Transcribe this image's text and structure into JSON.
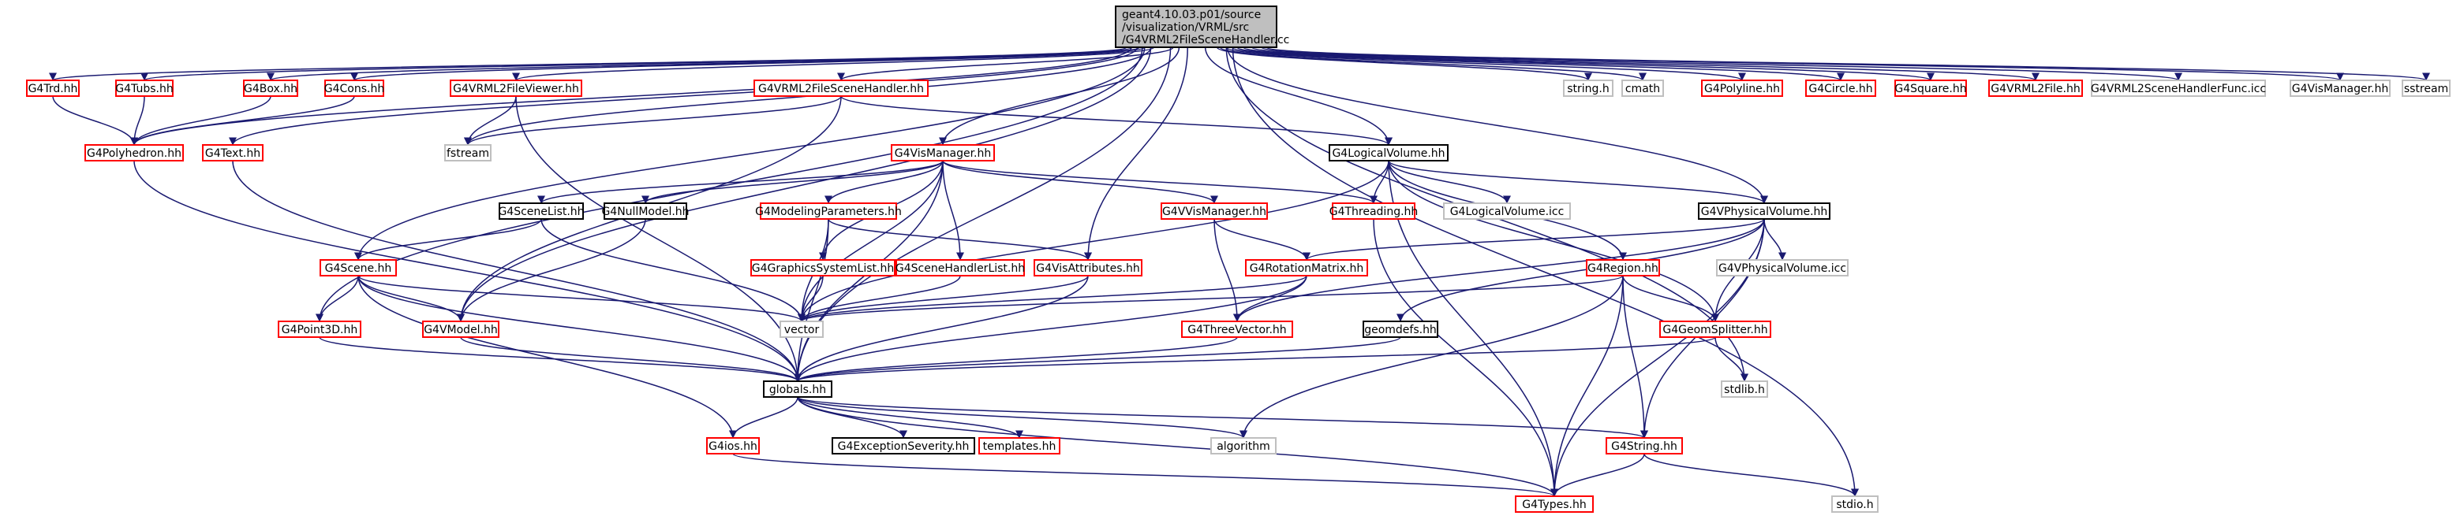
{
  "colors": {
    "edge": "#191970",
    "node_red_border": "#ff0000",
    "node_black_border": "#000000",
    "node_gray_border": "#bfbfbf",
    "root_fill": "#bfbfbf",
    "text": "#000000"
  },
  "nodes": {
    "root": {
      "lines": [
        "geant4.10.03.p01/source",
        "/visualization/VRML/src",
        "/G4VRML2FileSceneHandler.cc"
      ],
      "style": "root"
    },
    "G4Trd": {
      "label": "G4Trd.hh",
      "style": "red"
    },
    "G4Tubs": {
      "label": "G4Tubs.hh",
      "style": "red"
    },
    "G4Box": {
      "label": "G4Box.hh",
      "style": "red"
    },
    "G4Cons": {
      "label": "G4Cons.hh",
      "style": "red"
    },
    "G4VRML2FileViewer": {
      "label": "G4VRML2FileViewer.hh",
      "style": "red"
    },
    "G4VRML2FileSceneHandler": {
      "label": "G4VRML2FileSceneHandler.hh",
      "style": "red"
    },
    "string": {
      "label": "string.h",
      "style": "gray"
    },
    "cmath": {
      "label": "cmath",
      "style": "gray"
    },
    "G4Polyline": {
      "label": "G4Polyline.hh",
      "style": "red"
    },
    "G4Circle": {
      "label": "G4Circle.hh",
      "style": "red"
    },
    "G4Square": {
      "label": "G4Square.hh",
      "style": "red"
    },
    "G4VRML2File": {
      "label": "G4VRML2File.hh",
      "style": "red"
    },
    "G4VRML2SceneHandlerFunc": {
      "label": "G4VRML2SceneHandlerFunc.icc",
      "style": "gray"
    },
    "G4VisManagerHH": {
      "label": "G4VisManager.hh",
      "style": "gray"
    },
    "sstream": {
      "label": "sstream",
      "style": "gray"
    },
    "G4Polyhedron": {
      "label": "G4Polyhedron.hh",
      "style": "red"
    },
    "G4Text": {
      "label": "G4Text.hh",
      "style": "red"
    },
    "fstream": {
      "label": "fstream",
      "style": "gray"
    },
    "G4VisManager": {
      "label": "G4VisManager.hh",
      "style": "red"
    },
    "G4LogicalVolume": {
      "label": "G4LogicalVolume.hh",
      "style": "black"
    },
    "G4SceneList": {
      "label": "G4SceneList.hh",
      "style": "black"
    },
    "G4NullModel": {
      "label": "G4NullModel.hh",
      "style": "black"
    },
    "G4ModelingParameters": {
      "label": "G4ModelingParameters.hh",
      "style": "red"
    },
    "G4VVisManager": {
      "label": "G4VVisManager.hh",
      "style": "red"
    },
    "G4Threading": {
      "label": "G4Threading.hh",
      "style": "red"
    },
    "G4LogicalVolumeIcc": {
      "label": "G4LogicalVolume.icc",
      "style": "gray"
    },
    "G4VPhysicalVolume": {
      "label": "G4VPhysicalVolume.hh",
      "style": "black"
    },
    "G4Scene": {
      "label": "G4Scene.hh",
      "style": "red"
    },
    "G4GraphicsSystemList": {
      "label": "G4GraphicsSystemList.hh",
      "style": "red"
    },
    "G4SceneHandlerList": {
      "label": "G4SceneHandlerList.hh",
      "style": "red"
    },
    "G4VisAttributes": {
      "label": "G4VisAttributes.hh",
      "style": "red"
    },
    "G4RotationMatrix": {
      "label": "G4RotationMatrix.hh",
      "style": "red"
    },
    "G4Region": {
      "label": "G4Region.hh",
      "style": "red"
    },
    "G4VPhysicalVolumeIcc": {
      "label": "G4VPhysicalVolume.icc",
      "style": "gray"
    },
    "G4Point3D": {
      "label": "G4Point3D.hh",
      "style": "red"
    },
    "G4VModel": {
      "label": "G4VModel.hh",
      "style": "red"
    },
    "vector": {
      "label": "vector",
      "style": "gray"
    },
    "G4ThreeVector": {
      "label": "G4ThreeVector.hh",
      "style": "red"
    },
    "geomdefs": {
      "label": "geomdefs.hh",
      "style": "black"
    },
    "G4GeomSplitter": {
      "label": "G4GeomSplitter.hh",
      "style": "red"
    },
    "globals": {
      "label": "globals.hh",
      "style": "black"
    },
    "stdlib": {
      "label": "stdlib.h",
      "style": "gray"
    },
    "G4ios": {
      "label": "G4ios.hh",
      "style": "red"
    },
    "G4ExceptionSeverity": {
      "label": "G4ExceptionSeverity.hh",
      "style": "black"
    },
    "templates": {
      "label": "templates.hh",
      "style": "red"
    },
    "algorithm": {
      "label": "algorithm",
      "style": "gray"
    },
    "G4String": {
      "label": "G4String.hh",
      "style": "red"
    },
    "G4Types": {
      "label": "G4Types.hh",
      "style": "red"
    },
    "stdio": {
      "label": "stdio.h",
      "style": "gray"
    }
  },
  "edges": [
    [
      "root",
      "G4Trd"
    ],
    [
      "root",
      "G4Tubs"
    ],
    [
      "root",
      "G4Box"
    ],
    [
      "root",
      "G4Cons"
    ],
    [
      "root",
      "G4VRML2FileViewer"
    ],
    [
      "root",
      "G4VRML2FileSceneHandler"
    ],
    [
      "root",
      "string"
    ],
    [
      "root",
      "cmath"
    ],
    [
      "root",
      "G4Polyline"
    ],
    [
      "root",
      "G4Circle"
    ],
    [
      "root",
      "G4Square"
    ],
    [
      "root",
      "G4VRML2File"
    ],
    [
      "root",
      "G4VRML2SceneHandlerFunc"
    ],
    [
      "root",
      "G4VisManagerHH"
    ],
    [
      "root",
      "sstream"
    ],
    [
      "root",
      "G4Polyhedron"
    ],
    [
      "root",
      "G4Text"
    ],
    [
      "root",
      "fstream"
    ],
    [
      "root",
      "G4VisManager"
    ],
    [
      "root",
      "G4LogicalVolume"
    ],
    [
      "root",
      "G4VPhysicalVolume"
    ],
    [
      "root",
      "G4VisAttributes"
    ],
    [
      "root",
      "G4Scene"
    ],
    [
      "root",
      "G4Point3D"
    ],
    [
      "root",
      "globals"
    ],
    [
      "root",
      "stdlib"
    ],
    [
      "root",
      "stdio"
    ],
    [
      "root",
      "G4VModel"
    ],
    [
      "G4Trd",
      "G4Polyhedron"
    ],
    [
      "G4Tubs",
      "G4Polyhedron"
    ],
    [
      "G4Box",
      "G4Polyhedron"
    ],
    [
      "G4Cons",
      "G4Polyhedron"
    ],
    [
      "G4Polyhedron",
      "globals"
    ],
    [
      "G4Text",
      "globals"
    ],
    [
      "G4VRML2FileViewer",
      "fstream"
    ],
    [
      "G4VRML2FileViewer",
      "globals"
    ],
    [
      "G4VRML2FileSceneHandler",
      "fstream"
    ],
    [
      "G4VRML2FileSceneHandler",
      "G4LogicalVolume"
    ],
    [
      "G4VRML2FileSceneHandler",
      "G4VModel"
    ],
    [
      "G4VisManager",
      "G4SceneList"
    ],
    [
      "G4VisManager",
      "G4NullModel"
    ],
    [
      "G4VisManager",
      "G4ModelingParameters"
    ],
    [
      "G4VisManager",
      "G4VVisManager"
    ],
    [
      "G4VisManager",
      "G4Threading"
    ],
    [
      "G4VisManager",
      "G4GraphicsSystemList"
    ],
    [
      "G4VisManager",
      "G4SceneHandlerList"
    ],
    [
      "G4VisManager",
      "vector"
    ],
    [
      "G4VisManager",
      "globals"
    ],
    [
      "G4LogicalVolume",
      "G4Threading"
    ],
    [
      "G4LogicalVolume",
      "G4LogicalVolumeIcc"
    ],
    [
      "G4LogicalVolume",
      "G4VPhysicalVolume"
    ],
    [
      "G4LogicalVolume",
      "G4Region"
    ],
    [
      "G4LogicalVolume",
      "G4GeomSplitter"
    ],
    [
      "G4LogicalVolume",
      "vector"
    ],
    [
      "G4LogicalVolume",
      "G4Types"
    ],
    [
      "G4SceneList",
      "G4Scene"
    ],
    [
      "G4SceneList",
      "vector"
    ],
    [
      "G4NullModel",
      "G4VModel"
    ],
    [
      "G4ModelingParameters",
      "G4VisAttributes"
    ],
    [
      "G4ModelingParameters",
      "vector"
    ],
    [
      "G4ModelingParameters",
      "globals"
    ],
    [
      "G4VVisManager",
      "G4RotationMatrix"
    ],
    [
      "G4VVisManager",
      "G4ThreeVector"
    ],
    [
      "G4Threading",
      "G4Types"
    ],
    [
      "G4VPhysicalVolume",
      "G4VPhysicalVolumeIcc"
    ],
    [
      "G4VPhysicalVolume",
      "G4RotationMatrix"
    ],
    [
      "G4VPhysicalVolume",
      "G4ThreeVector"
    ],
    [
      "G4VPhysicalVolume",
      "geomdefs"
    ],
    [
      "G4VPhysicalVolume",
      "G4GeomSplitter"
    ],
    [
      "G4VPhysicalVolume",
      "G4String"
    ],
    [
      "G4VPhysicalVolume",
      "G4Types"
    ],
    [
      "G4Scene",
      "G4Point3D"
    ],
    [
      "G4Scene",
      "G4VModel"
    ],
    [
      "G4Scene",
      "vector"
    ],
    [
      "G4Scene",
      "globals"
    ],
    [
      "G4Scene",
      "G4ios"
    ],
    [
      "G4GraphicsSystemList",
      "vector"
    ],
    [
      "G4SceneHandlerList",
      "vector"
    ],
    [
      "G4VisAttributes",
      "vector"
    ],
    [
      "G4VisAttributes",
      "globals"
    ],
    [
      "G4RotationMatrix",
      "vector"
    ],
    [
      "G4RotationMatrix",
      "G4ThreeVector"
    ],
    [
      "G4RotationMatrix",
      "globals"
    ],
    [
      "G4Region",
      "vector"
    ],
    [
      "G4Region",
      "G4GeomSplitter"
    ],
    [
      "G4Region",
      "G4String"
    ],
    [
      "G4Region",
      "G4Types"
    ],
    [
      "G4Region",
      "algorithm"
    ],
    [
      "G4Point3D",
      "globals"
    ],
    [
      "G4VModel",
      "globals"
    ],
    [
      "G4ThreeVector",
      "globals"
    ],
    [
      "geomdefs",
      "globals"
    ],
    [
      "G4GeomSplitter",
      "globals"
    ],
    [
      "G4GeomSplitter",
      "stdlib"
    ],
    [
      "globals",
      "G4ios"
    ],
    [
      "globals",
      "G4ExceptionSeverity"
    ],
    [
      "globals",
      "templates"
    ],
    [
      "globals",
      "algorithm"
    ],
    [
      "globals",
      "G4String"
    ],
    [
      "globals",
      "G4Types"
    ],
    [
      "G4ios",
      "G4Types"
    ],
    [
      "G4String",
      "G4Types"
    ],
    [
      "G4String",
      "stdio"
    ]
  ]
}
